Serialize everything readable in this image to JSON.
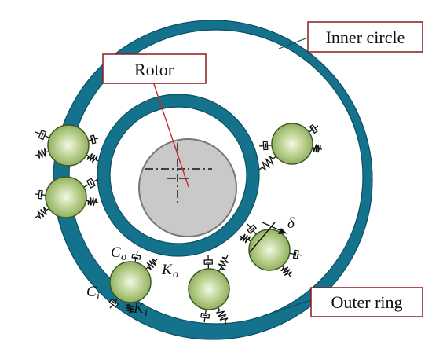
{
  "labels": {
    "inner_circle": "Inner circle",
    "rotor": "Rotor",
    "outer_ring": "Outer ring",
    "delta": "δ"
  },
  "symbols": {
    "C": "C",
    "K": "K",
    "sub_o": "o",
    "sub_i": "i"
  },
  "colors": {
    "ring": "#14728c",
    "ring_edge": "#0a4f63",
    "callout_border": "#8b1a1a",
    "rotor_fill": "#c9c9c9",
    "rotor_edge": "#777777",
    "ball_fill": "#9dbb6c",
    "ball_highlight": "#eef6df",
    "ball_edge": "#3d5a1f",
    "leader": "#c22a2a"
  }
}
